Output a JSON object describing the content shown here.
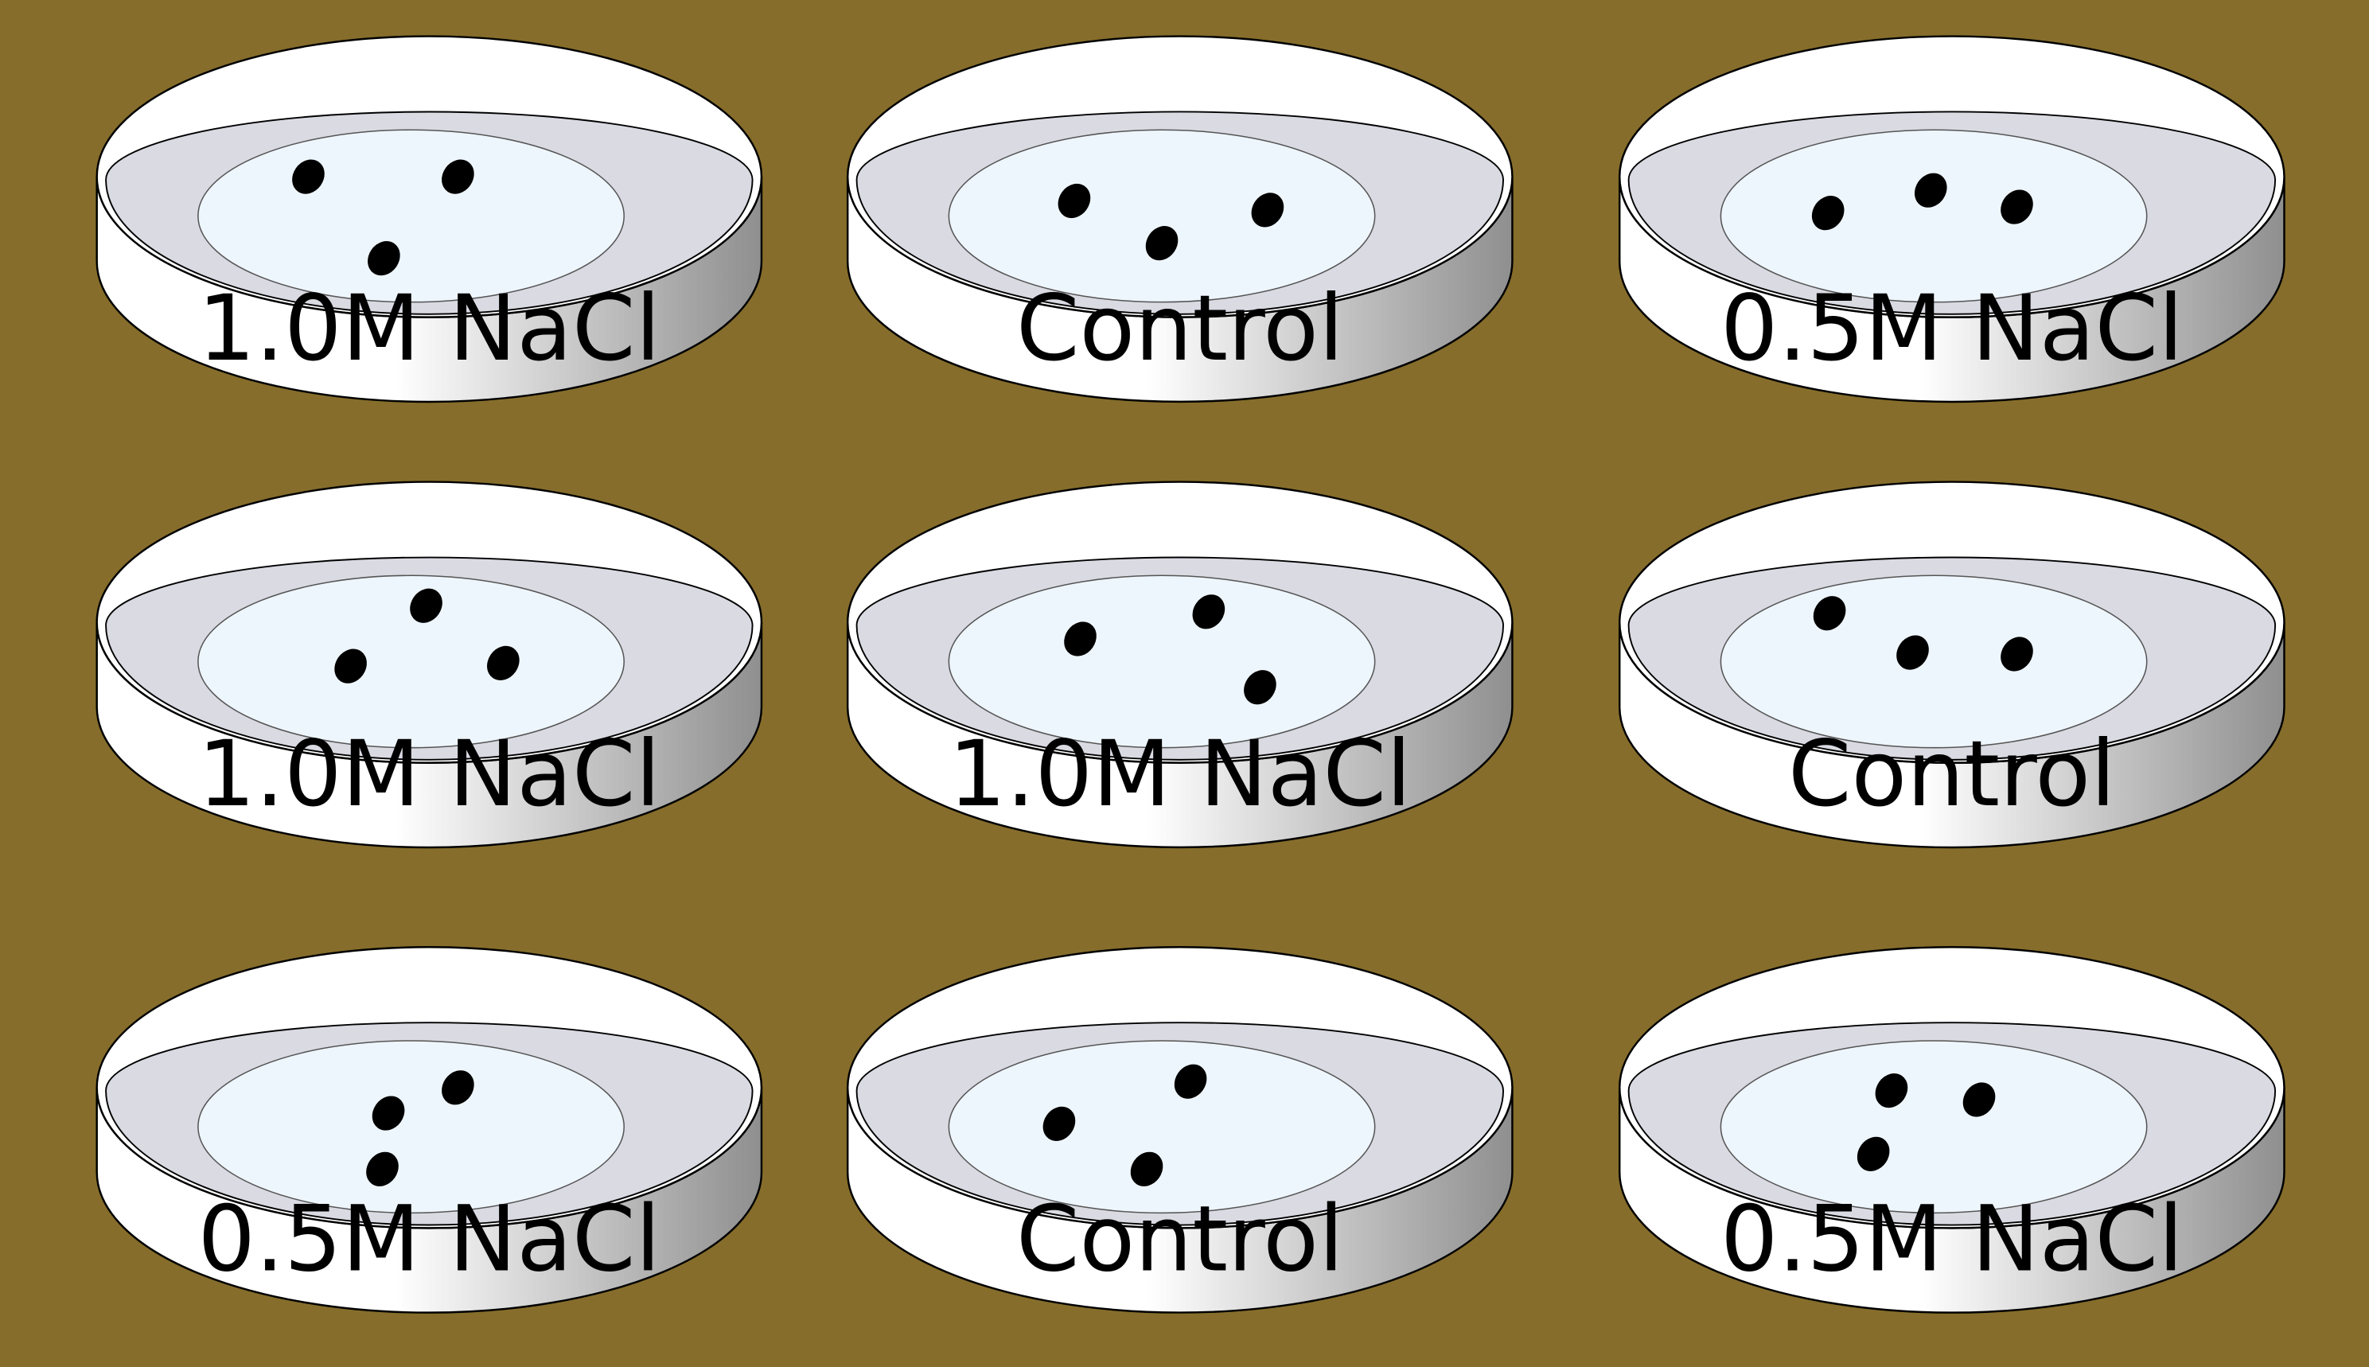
{
  "colors": {
    "background": "#866d2b",
    "dish_wall_light": "#ffffff",
    "dish_wall_dark": "#8f8f8f",
    "dish_inner_rim": "#d9dae2",
    "agar": "#eef6fd",
    "seed": "#000000",
    "outline": "#000000"
  },
  "dishes": [
    {
      "label": "1.0M NaCl",
      "seeds": 3
    },
    {
      "label": "Control",
      "seeds": 3
    },
    {
      "label": "0.5M NaCl",
      "seeds": 3
    },
    {
      "label": "1.0M NaCl",
      "seeds": 3
    },
    {
      "label": "1.0M NaCl",
      "seeds": 3
    },
    {
      "label": "Control",
      "seeds": 3
    },
    {
      "label": "0.5M NaCl",
      "seeds": 3
    },
    {
      "label": "Control",
      "seeds": 3
    },
    {
      "label": "0.5M NaCl",
      "seeds": 3
    }
  ]
}
